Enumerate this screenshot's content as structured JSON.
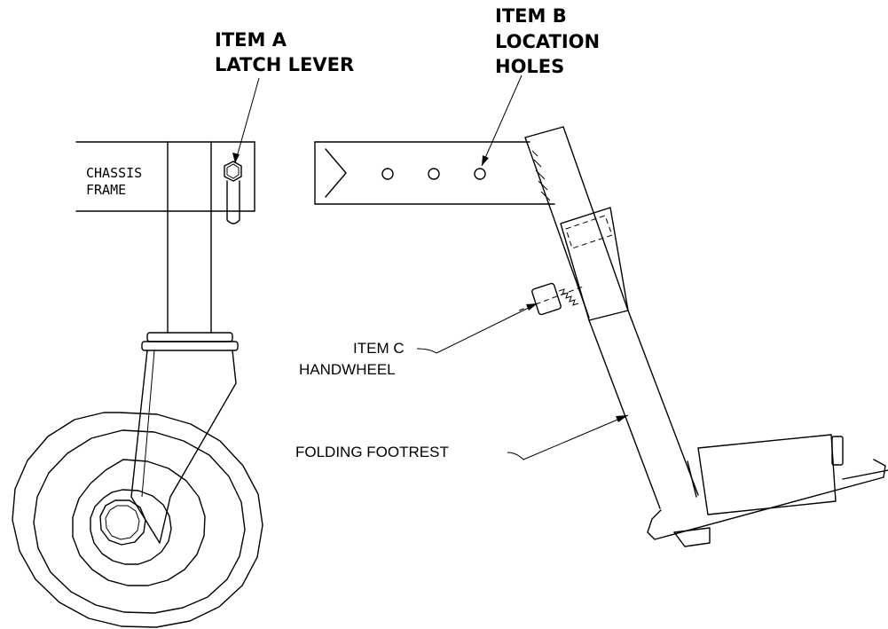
{
  "labels": {
    "item_a_line1": "ITEM A",
    "item_a_line2": "LATCH LEVER",
    "item_b_line1": "ITEM B",
    "item_b_line2": "LOCATION",
    "item_b_line3": "HOLES",
    "chassis_line1": "CHASSIS",
    "chassis_line2": "FRAME",
    "item_c_line1": "ITEM C",
    "item_c_line2": "HANDWHEEL",
    "folding_footrest": "FOLDING FOOTREST"
  }
}
